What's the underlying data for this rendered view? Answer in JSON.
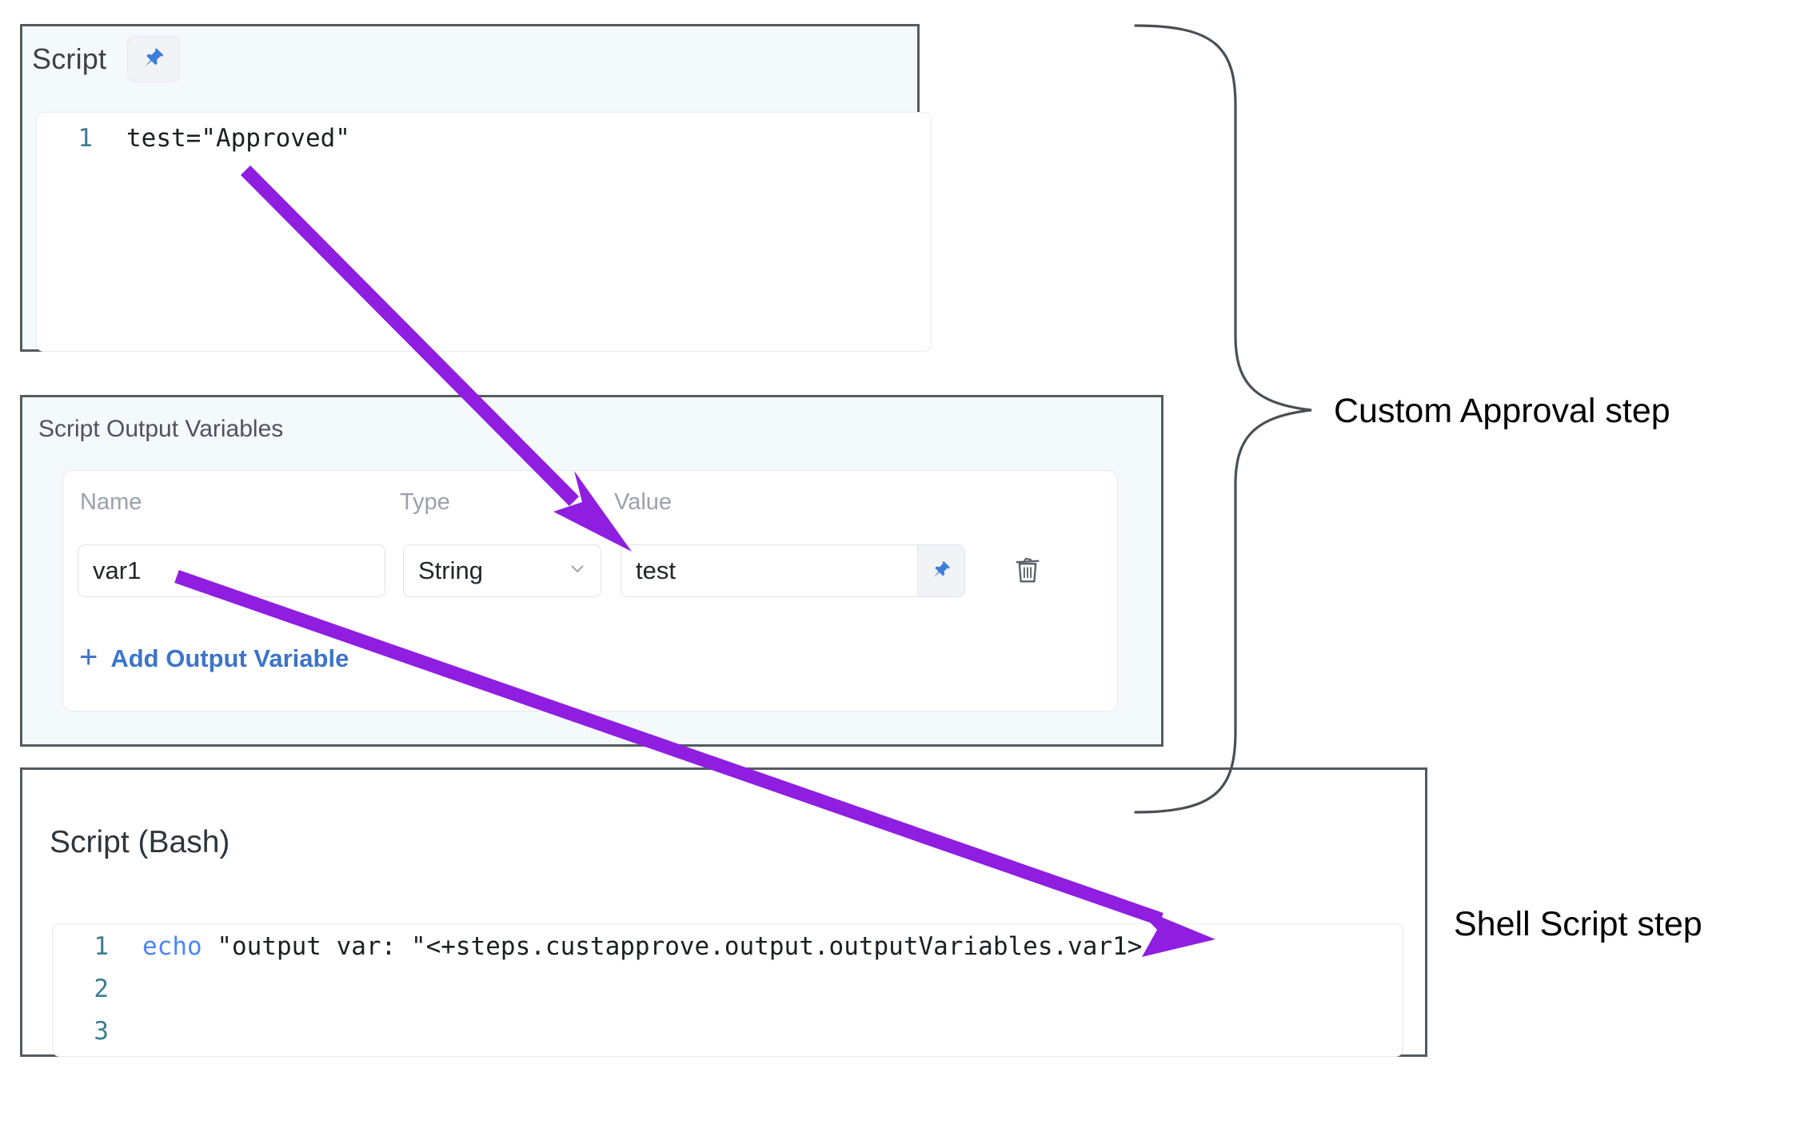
{
  "colors": {
    "panel_border": "#555a5f",
    "panel_bg": "#f4f9fc",
    "arrow_purple": "#8f1ee0",
    "link_blue": "#3d74c8",
    "pin_blue": "#3b7dd8",
    "line_number": "#3d7d93",
    "keyword_blue": "#4a86f7",
    "brace_gray": "#4a4f55"
  },
  "script_panel": {
    "title": "Script",
    "pin_icon": "pin-icon",
    "code": {
      "lines": [
        {
          "number": "1",
          "text": "test=\"Approved\""
        }
      ]
    }
  },
  "output_variables_panel": {
    "title": "Script Output Variables",
    "columns": [
      "Name",
      "Type",
      "Value"
    ],
    "rows": [
      {
        "name": "var1",
        "type": "String",
        "type_chevron": "chevron-down-icon",
        "value": "test",
        "value_pin_icon": "pin-icon",
        "delete_icon": "trash-icon"
      }
    ],
    "add_label": "Add Output Variable",
    "add_plus": "+"
  },
  "bash_panel": {
    "title": "Script (Bash)",
    "code": {
      "lines": [
        {
          "number": "1",
          "keyword": "echo",
          "text": " \"output var: \"<+steps.custapprove.output.outputVariables.var1>"
        },
        {
          "number": "2",
          "keyword": "",
          "text": ""
        },
        {
          "number": "3",
          "keyword": "",
          "text": ""
        }
      ]
    }
  },
  "annotations": {
    "custom_approval": "Custom Approval step",
    "shell_script": "Shell Script step"
  }
}
